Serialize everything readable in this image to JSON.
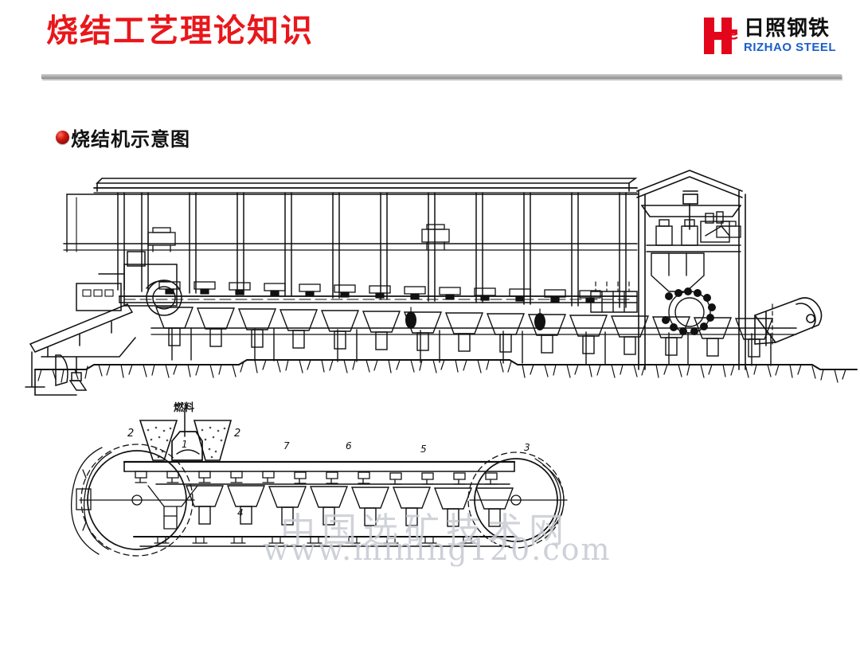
{
  "header": {
    "title": "烧结工艺理论知识",
    "rule_color": "#a9a9a9",
    "title_color": "#e8171b"
  },
  "logo": {
    "mark_letter": "H",
    "mark_color": "#e3051b",
    "company_cn": "日照钢铁",
    "company_en": "RIZHAO STEEL",
    "en_color": "#1a5fc8"
  },
  "heading": {
    "bullet_icon": "red-sphere-bullet",
    "bullet_color": "#b81208",
    "text": "烧结机示意图"
  },
  "figure": {
    "caption_fuel": "燃料",
    "callouts": [
      "2",
      "1",
      "2",
      "7",
      "6",
      "5",
      "4",
      "3"
    ],
    "upper_view_name": "sinter-plant-elevation",
    "lower_view_name": "sinter-strand-schematic",
    "line_color": "#111111",
    "ground_label": "ground-hatching"
  },
  "watermark": {
    "text_cn": "中国选矿技术网",
    "text_url": "www.mining120.com",
    "color": "#c9ccd4"
  }
}
